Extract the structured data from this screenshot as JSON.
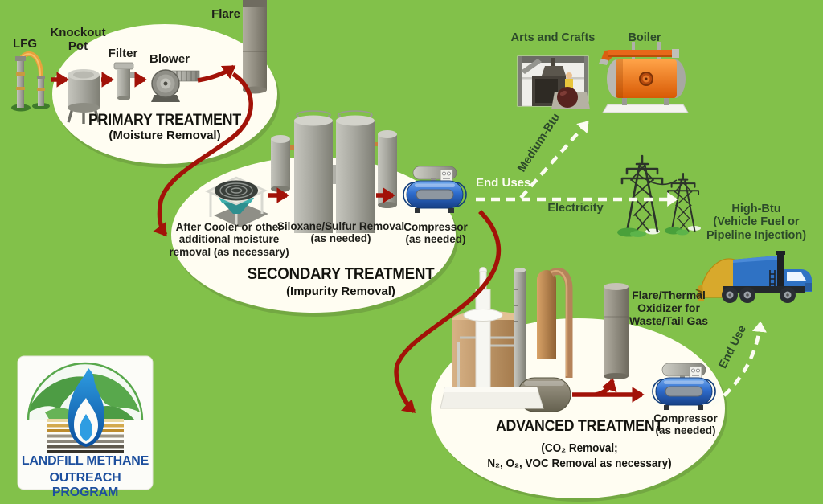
{
  "palette": {
    "background": "#82c14a",
    "arrow_red": "#a21208",
    "dashed_white": "#fcfcf2",
    "ellipse_fill": "#fffdf2",
    "text_dark": "#1e1e19",
    "text_green": "#2c4a2a",
    "logo_blue": "#1d4f9e"
  },
  "primary": {
    "title": "PRIMARY TREATMENT",
    "subtitle": "(Moisture Removal)",
    "lfg_label": "LFG",
    "knockout_pot_label": "Knockout\nPot",
    "filter_label": "Filter",
    "blower_label": "Blower",
    "flare_label": "Flare"
  },
  "secondary": {
    "title": "SECONDARY TREATMENT",
    "subtitle": "(Impurity Removal)",
    "after_cooler_label": "After Cooler or other\nadditional moisture\nremoval (as necessary)",
    "siloxane_label": "Siloxane/Sulfur Removal\n(as needed)",
    "compressor_label": "Compressor\n(as needed)"
  },
  "advanced": {
    "title": "ADVANCED TREATMENT",
    "subtitle": "(CO₂ Removal;\nN₂, O₂, VOC Removal as necessary)",
    "oxidizer_label": "Flare/Thermal\nOxidizer for\nWaste/Tail Gas",
    "compressor_label": "Compressor\n(as needed)"
  },
  "end_uses": {
    "label": "End Uses",
    "medium_btu": "Medium-Btu",
    "electricity": "Electricity",
    "arts_and_crafts": "Arts and Crafts",
    "boiler": "Boiler",
    "high_btu": "High-Btu\n(Vehicle Fuel or\nPipeline Injection)",
    "end_use": "End Use"
  },
  "logo": {
    "line1": "LANDFILL METHANE",
    "line2": "OUTREACH PROGRAM"
  }
}
